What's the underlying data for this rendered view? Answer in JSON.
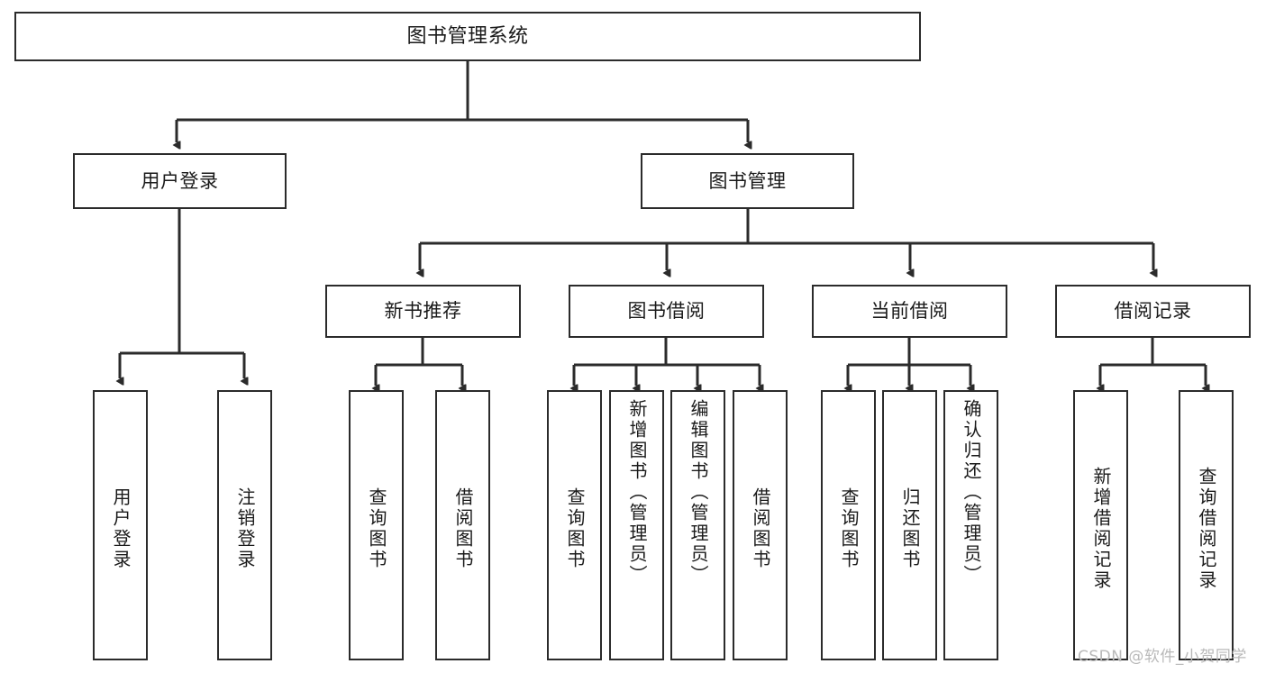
{
  "diagram": {
    "title": "图书管理系统",
    "type": "tree-hierarchy-chart",
    "colors": {
      "box_border": "#2b2b2b",
      "box_fill": "#ffffff",
      "connector": "#2b2b2b",
      "background": "#ffffff",
      "watermark": "#b9b9b9"
    },
    "nodes": {
      "root": {
        "label": "图书管理系统"
      },
      "level2": [
        {
          "id": "user-login",
          "label": "用户登录"
        },
        {
          "id": "book-management",
          "label": "图书管理"
        }
      ],
      "level3": [
        {
          "id": "new-book-recommend",
          "label": "新书推荐"
        },
        {
          "id": "book-borrow",
          "label": "图书借阅"
        },
        {
          "id": "current-borrow",
          "label": "当前借阅"
        },
        {
          "id": "borrow-record",
          "label": "借阅记录"
        }
      ],
      "leaves": {
        "user-login": [
          {
            "id": "leaf-user-login",
            "label": "用户登录"
          },
          {
            "id": "leaf-logout",
            "label": "注销登录"
          }
        ],
        "new-book-recommend": [
          {
            "id": "leaf-query-book-1",
            "label": "查询图书"
          },
          {
            "id": "leaf-borrow-book-1",
            "label": "借阅图书"
          }
        ],
        "book-borrow": [
          {
            "id": "leaf-query-book-2",
            "label": "查询图书"
          },
          {
            "id": "leaf-add-book",
            "label": "新增图书（管理员）"
          },
          {
            "id": "leaf-edit-book",
            "label": "编辑图书（管理员）"
          },
          {
            "id": "leaf-borrow-book-2",
            "label": "借阅图书"
          }
        ],
        "current-borrow": [
          {
            "id": "leaf-query-book-3",
            "label": "查询图书"
          },
          {
            "id": "leaf-return-book",
            "label": "归还图书"
          },
          {
            "id": "leaf-confirm-return",
            "label": "确认归还（管理员）"
          }
        ],
        "borrow-record": [
          {
            "id": "leaf-add-record",
            "label": "新增借阅记录"
          },
          {
            "id": "leaf-query-record",
            "label": "查询借阅记录"
          }
        ]
      }
    },
    "watermark": "CSDN @软件_小贺同学"
  }
}
